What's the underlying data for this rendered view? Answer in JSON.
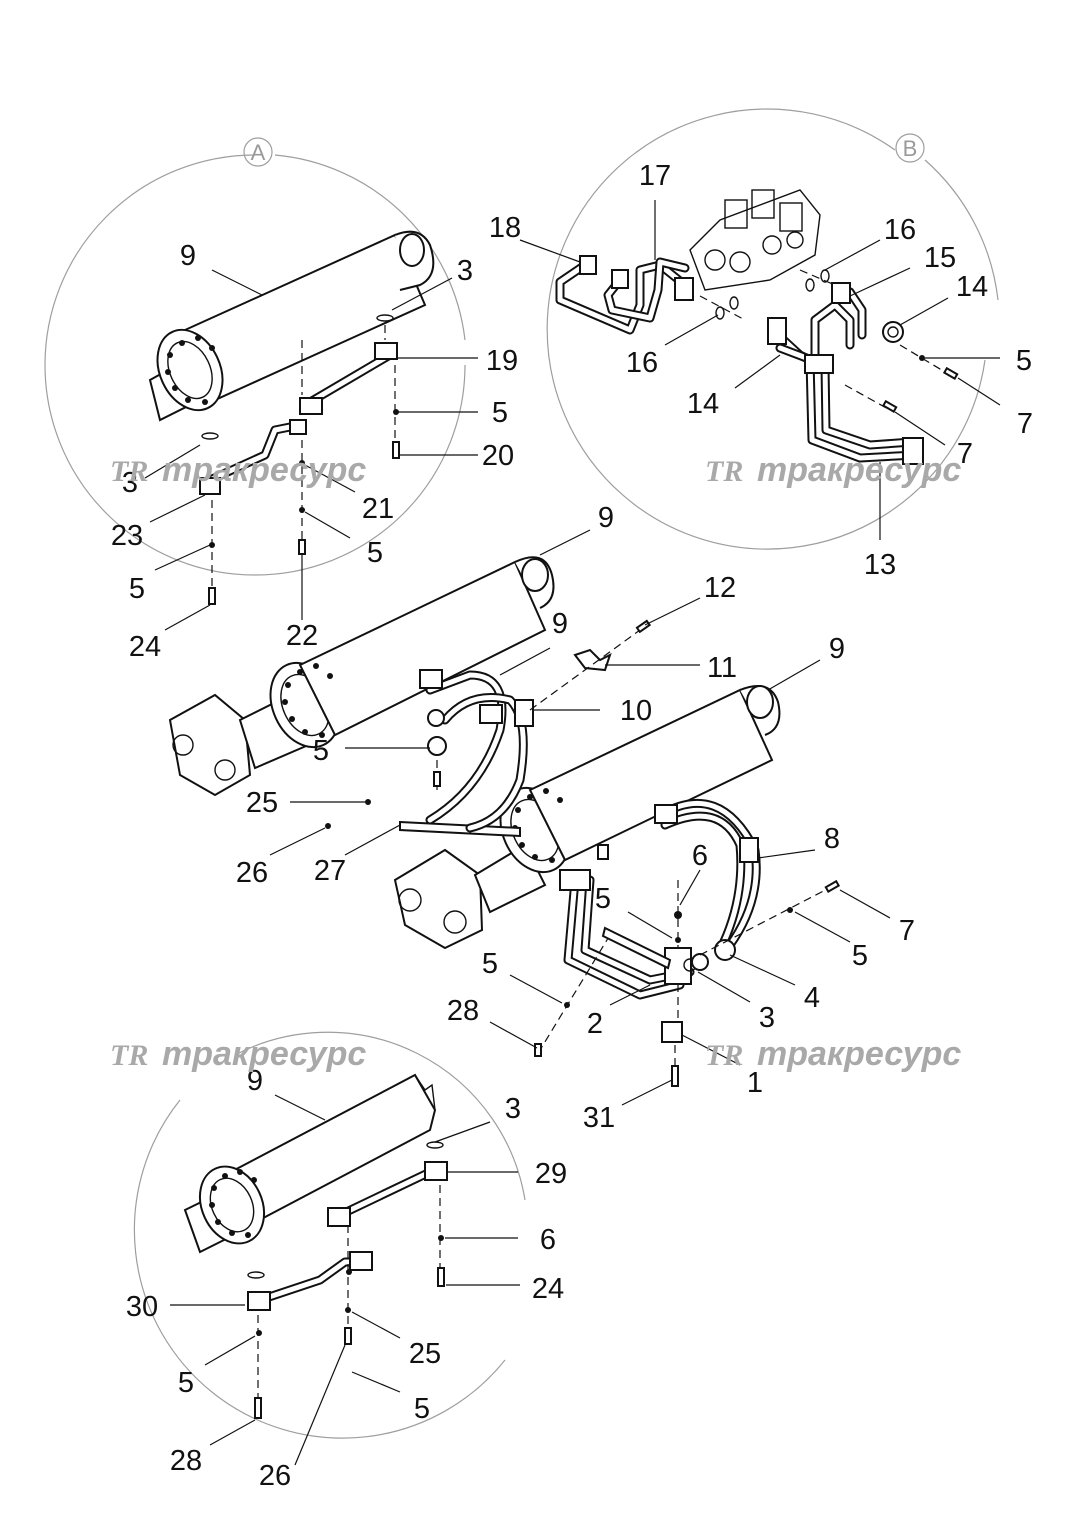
{
  "detail_a": {
    "letter": "A"
  },
  "detail_b": {
    "letter": "B"
  },
  "watermark": {
    "logo": "TR",
    "text": "тракресурс"
  },
  "callouts_a": [
    "9",
    "3",
    "19",
    "5",
    "20",
    "3",
    "21",
    "23",
    "5",
    "5",
    "24",
    "22"
  ],
  "callouts_b": [
    "17",
    "18",
    "16",
    "15",
    "14",
    "16",
    "5",
    "14",
    "7",
    "7",
    "13"
  ],
  "callouts_main": [
    "9",
    "12",
    "9",
    "11",
    "9",
    "10",
    "5",
    "25",
    "26",
    "27",
    "6",
    "8",
    "5",
    "7",
    "5",
    "5",
    "4",
    "28",
    "2",
    "3",
    "1",
    "31"
  ],
  "callouts_c": [
    "9",
    "3",
    "29",
    "6",
    "24",
    "30",
    "25",
    "5",
    "5",
    "28",
    "26"
  ],
  "colors": {
    "line": "#111111",
    "detail_circle": "#9e9e9e",
    "watermark": "#a9a9a9"
  }
}
